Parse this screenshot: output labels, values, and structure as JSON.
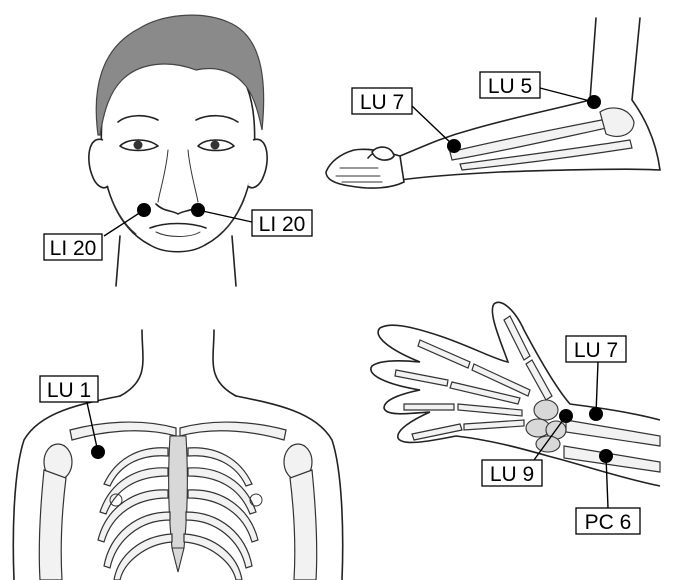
{
  "panels": {
    "face": {
      "points": [
        {
          "label": "LI 20"
        },
        {
          "label": "LI 20"
        }
      ]
    },
    "forearm": {
      "points": [
        {
          "label": "LU 7"
        },
        {
          "label": "LU 5"
        }
      ]
    },
    "chest": {
      "points": [
        {
          "label": "LU 1"
        }
      ]
    },
    "hand": {
      "points": [
        {
          "label": "LU 7"
        },
        {
          "label": "LU 9"
        },
        {
          "label": "PC 6"
        }
      ]
    }
  }
}
